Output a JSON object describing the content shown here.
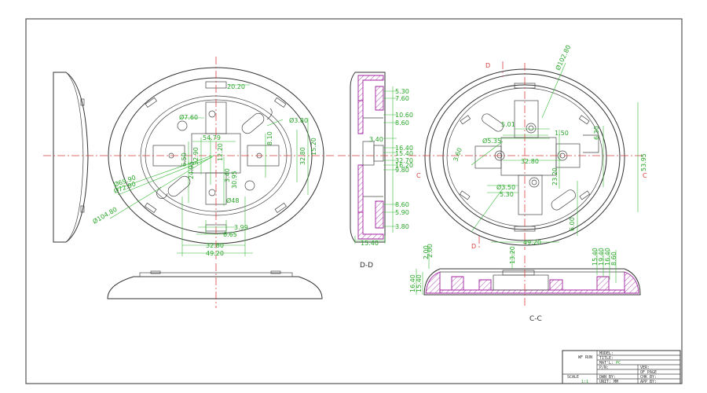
{
  "views": {
    "section_dd": "D-D",
    "section_cc": "C-C",
    "cut_letter_d": "D",
    "cut_letter_c": "C"
  },
  "front_dims": {
    "d_20_20": "20.20",
    "d_7_60": "Ø7.60",
    "d_3_80": "Ø3.80",
    "d_54_79": "54.79",
    "d_8_10": "8.10",
    "d_15_20": "15.20",
    "d_32_80": "32.80",
    "d_32_90": "32.90",
    "d_6_50": "6.50",
    "d_24_95": "24.95",
    "d_12_20": "12.20",
    "d_3_40": "3.40",
    "d_30_95": "30.95",
    "d_9_48": "Ø48",
    "d_69_90": "Ø69.90",
    "d_72_90": "Ø72.90",
    "d_104_80": "Ø104.80",
    "d_3_99": "3.99",
    "d_6_65": "6.65",
    "d_32_80b": "32.80",
    "d_49_20": "49.20"
  },
  "side_dims": {
    "d_5_30": "5.30",
    "d_7_60": "7.60",
    "d_10_60": "10.60",
    "d_8_60": "8.60",
    "d_3_40": "3.40",
    "d_16_40": "16.40",
    "d_15_40": "15.40",
    "d_32_70": "32.70",
    "d_16_20": "16.20",
    "d_9_80": "9.80",
    "d_8_60b": "8.60",
    "d_5_90": "5.90",
    "d_3_80": "3.80",
    "d_15_40b": "15.40"
  },
  "right_dims": {
    "d_102_80": "Ø102.80",
    "d_5_01": "5.01",
    "d_1_50": "1.50",
    "d_5_35": "Ø5.35",
    "d_6_30": "6.30",
    "d_32_80": "32.80",
    "d_3_50": "Ø3.50",
    "d_5_30": "5.30",
    "d_3_60": "3.60",
    "d_23_20": "23.20",
    "d_6_00": "6.00",
    "d_53_95": "53.95",
    "d_13_20": "13.20",
    "d_49_20": "49.20",
    "d_2_00": "2.00"
  },
  "cc_dims": {
    "d_16_40": "16.40",
    "d_15_40": "15.40",
    "d_2_00": "2.00",
    "d_13_20": "13.20",
    "d_15_40b": "15.40",
    "d_19_40": "19.40",
    "d_16_40b": "16.40",
    "d_8_60": "8.60"
  },
  "title_block": {
    "company": "WF RUN",
    "model": "MODEL:",
    "title": "TITLE:",
    "material": "MAT'L:",
    "material_value": "PC",
    "part_no": "P/N:",
    "ver": "VER:",
    "sheet": "OF PAGE",
    "scale_label": "SCALE",
    "scale_value": "1:1",
    "drawn": "DWN BY:",
    "checked": "CHK BY:",
    "unit": "UNIT: MM",
    "approved": "APP BY:"
  }
}
